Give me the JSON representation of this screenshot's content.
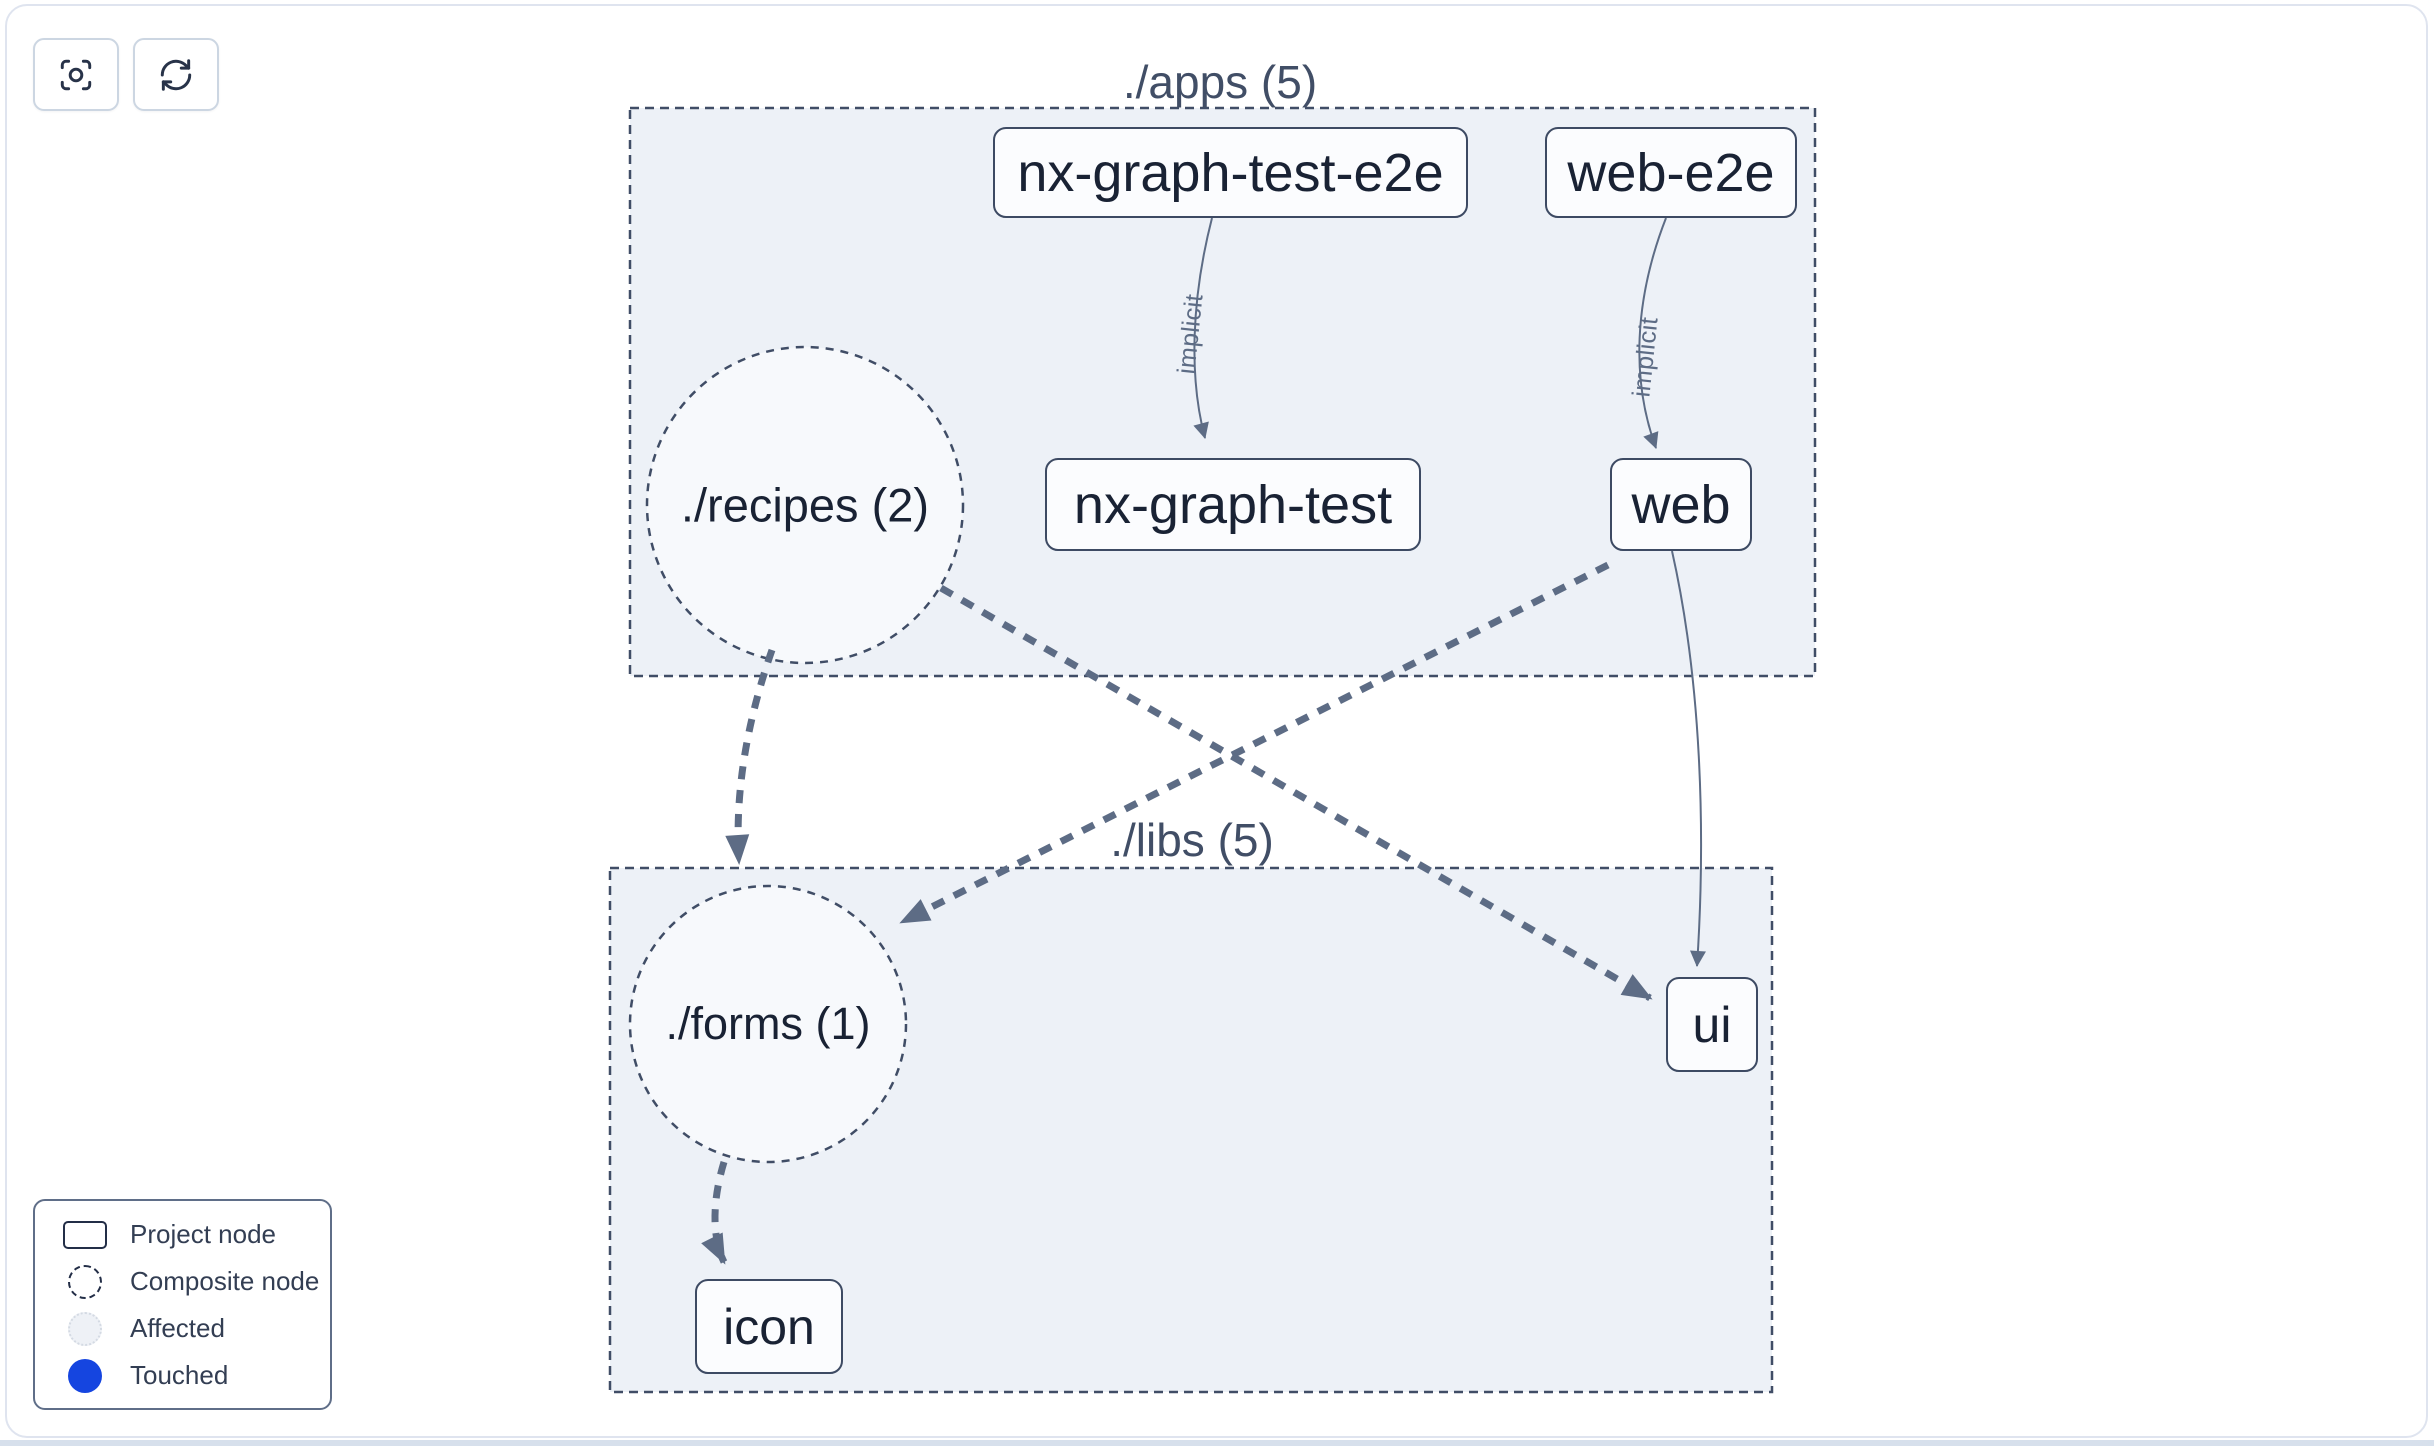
{
  "toolbar": {
    "buttons": [
      {
        "name": "focus",
        "icon": "focus-icon"
      },
      {
        "name": "refresh",
        "icon": "refresh-icon"
      }
    ]
  },
  "groups": {
    "apps": {
      "label": "./apps (5)"
    },
    "libs": {
      "label": "./libs (5)"
    }
  },
  "nodes": {
    "nx_graph_test_e2e": {
      "label": "nx-graph-test-e2e",
      "type": "project"
    },
    "web_e2e": {
      "label": "web-e2e",
      "type": "project"
    },
    "nx_graph_test": {
      "label": "nx-graph-test",
      "type": "project"
    },
    "web": {
      "label": "web",
      "type": "project"
    },
    "recipes": {
      "label": "./recipes (2)",
      "type": "composite"
    },
    "forms": {
      "label": "./forms (1)",
      "type": "composite"
    },
    "ui": {
      "label": "ui",
      "type": "project"
    },
    "icon": {
      "label": "icon",
      "type": "project"
    }
  },
  "edges": [
    {
      "from": "nx-graph-test-e2e",
      "to": "nx-graph-test",
      "label": "implicit",
      "style": "solid-thin"
    },
    {
      "from": "web-e2e",
      "to": "web",
      "label": "implicit",
      "style": "solid-thin"
    },
    {
      "from": "web",
      "to": "ui",
      "label": "",
      "style": "solid-thin"
    },
    {
      "from": "./recipes",
      "to": "./forms",
      "label": "",
      "style": "dashed-thick"
    },
    {
      "from": "./recipes",
      "to": "ui",
      "label": "",
      "style": "dashed-thick"
    },
    {
      "from": "web",
      "to": "./forms",
      "label": "",
      "style": "dashed-thick"
    },
    {
      "from": "./forms",
      "to": "icon",
      "label": "",
      "style": "dashed-thick"
    }
  ],
  "legend": {
    "items": [
      {
        "label": "Project node",
        "icon": "project-node-swatch"
      },
      {
        "label": "Composite node",
        "icon": "composite-node-swatch"
      },
      {
        "label": "Affected",
        "icon": "affected-swatch"
      },
      {
        "label": "Touched",
        "icon": "touched-swatch"
      }
    ]
  },
  "colors": {
    "edge": "#5d6c85",
    "container_fill": "#edf1f7",
    "container_stroke": "#404d66",
    "node_fill": "#fbfcfe",
    "node_stroke": "#3d4a63",
    "node_text": "#192234",
    "title_text": "#414e66",
    "touched_blue": "#1545e0",
    "affected_fill": "#eef1f6",
    "bottom_bar": "#d7e0ec"
  }
}
